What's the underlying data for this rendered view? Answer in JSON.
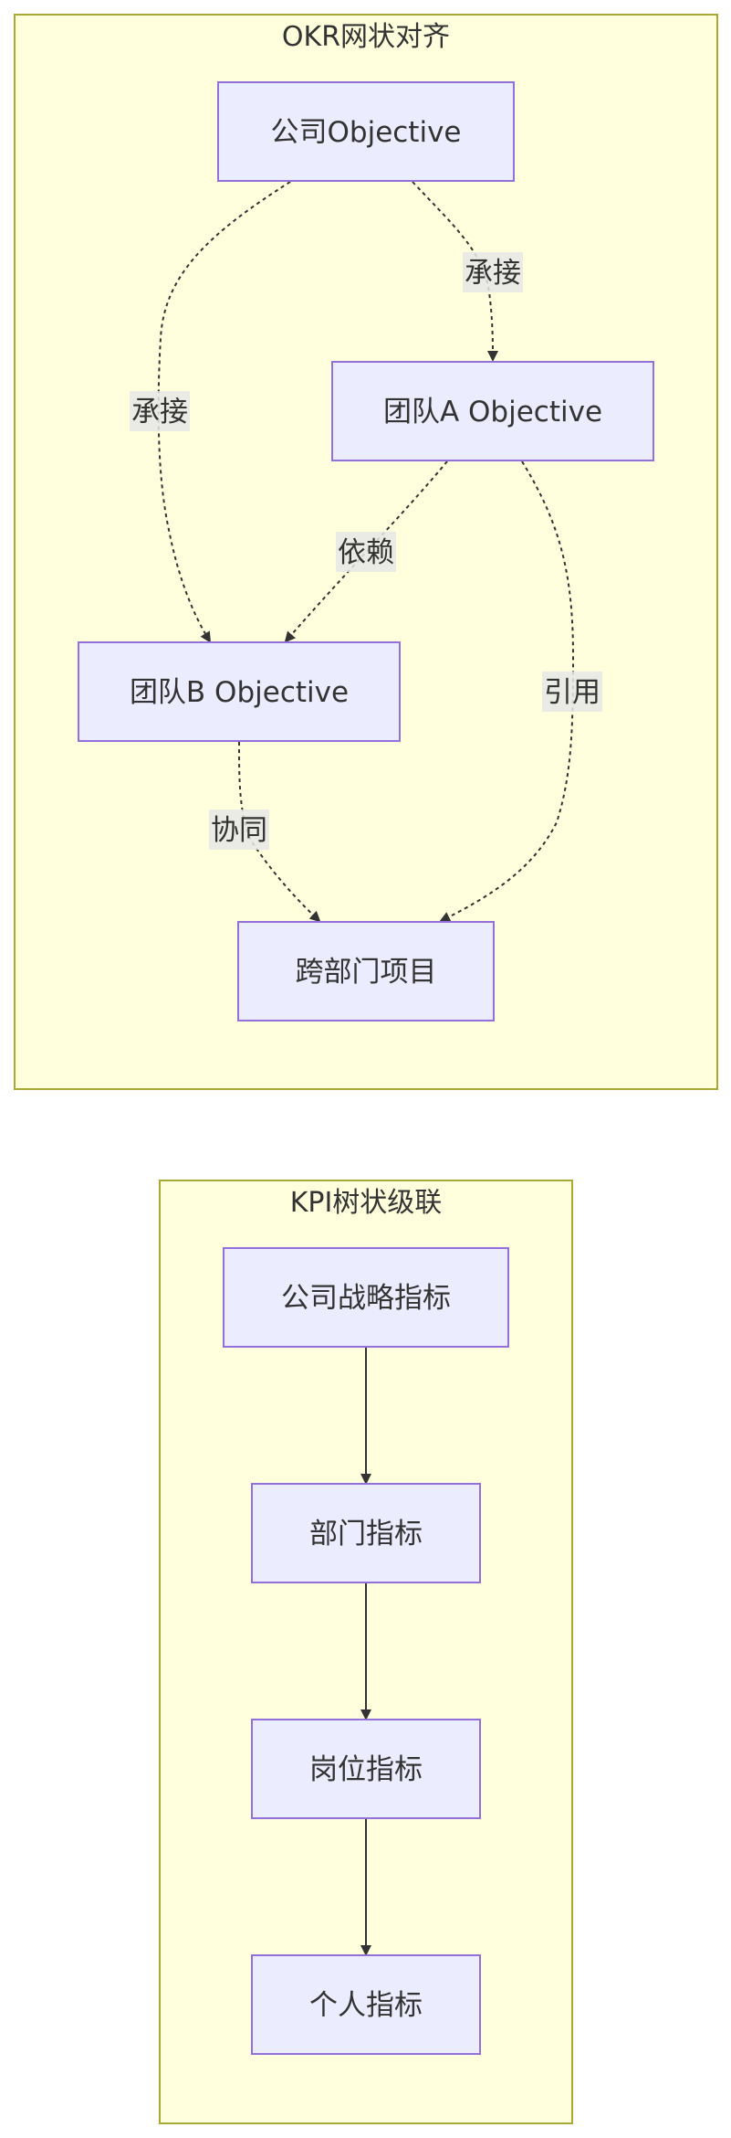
{
  "clusters": {
    "okr": {
      "title": "OKR网状对齐"
    },
    "kpi": {
      "title": "KPI树状级联"
    }
  },
  "nodes": {
    "company_objective": "公司Objective",
    "team_a_objective": "团队A Objective",
    "team_b_objective": "团队B Objective",
    "cross_dept_project": "跨部门项目",
    "company_strategy_kpi": "公司战略指标",
    "department_kpi": "部门指标",
    "position_kpi": "岗位指标",
    "personal_kpi": "个人指标"
  },
  "edges": {
    "company_to_team_a": "承接",
    "company_to_team_b": "承接",
    "team_a_to_team_b": "依赖",
    "team_a_to_project": "引用",
    "team_b_to_project": "协同"
  },
  "colors": {
    "cluster_fill": "#ffffde",
    "cluster_stroke": "#aaaa33",
    "node_fill": "#ececff",
    "node_stroke": "#9370db",
    "edge": "#333333",
    "label_bg": "#e8e8e8",
    "text": "#333333"
  }
}
